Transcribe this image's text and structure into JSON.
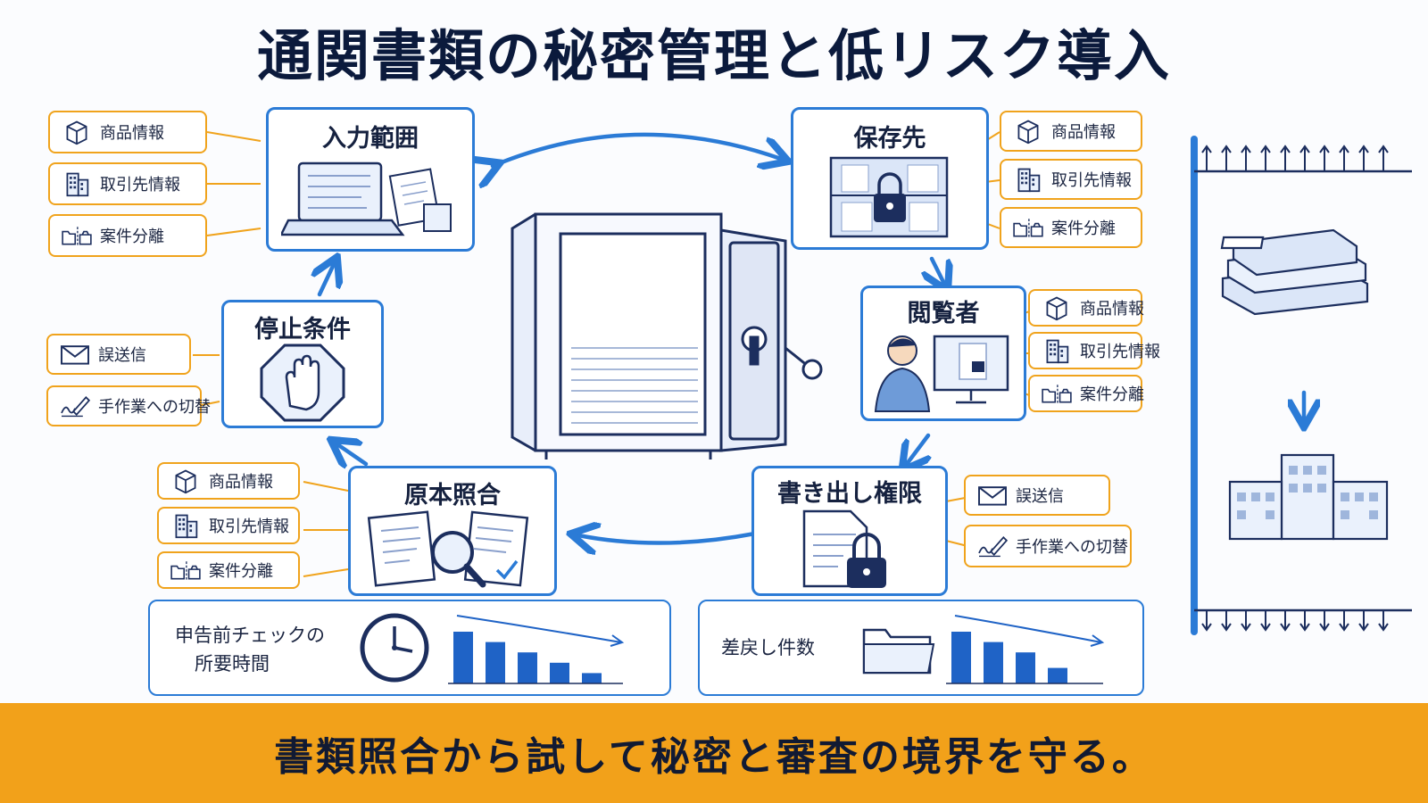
{
  "title": "通関書類の秘密管理と低リスク導入",
  "colors": {
    "accent": "#2b7bd6",
    "tag_border": "#f0a31c",
    "banner": "#f2a11a",
    "ink": "#15213f"
  },
  "nodes": {
    "input_scope": {
      "title": "入力範囲",
      "tags": [
        "商品情報",
        "取引先情報",
        "案件分離"
      ]
    },
    "storage": {
      "title": "保存先",
      "tags": [
        "商品情報",
        "取引先情報",
        "案件分離"
      ]
    },
    "viewer": {
      "title": "閲覧者",
      "tags": [
        "商品情報",
        "取引先情報",
        "案件分離"
      ]
    },
    "export": {
      "title": "書き出し権限",
      "tags": [
        "誤送信",
        "手作業への切替"
      ]
    },
    "verify": {
      "title": "原本照合",
      "tags": [
        "商品情報",
        "取引先情報",
        "案件分離"
      ]
    },
    "stop": {
      "title": "停止条件",
      "tags": [
        "誤送信",
        "手作業への切替"
      ]
    }
  },
  "metrics": {
    "check_time": {
      "label_line1": "申告前チェックの",
      "label_line2": "所要時間",
      "bars": [
        5,
        4,
        3,
        2,
        1
      ]
    },
    "returns": {
      "label": "差戻し件数",
      "bars": [
        5,
        4,
        3,
        1.5
      ]
    }
  },
  "icons": [
    "box-icon",
    "building-icon",
    "folder-split-icon",
    "envelope-icon",
    "signature-icon",
    "clock-icon",
    "folder-icon",
    "safe-icon",
    "lock-icon",
    "stop-hand-icon"
  ],
  "footer": "書類照合から試して秘密と審査の境界を守る。"
}
